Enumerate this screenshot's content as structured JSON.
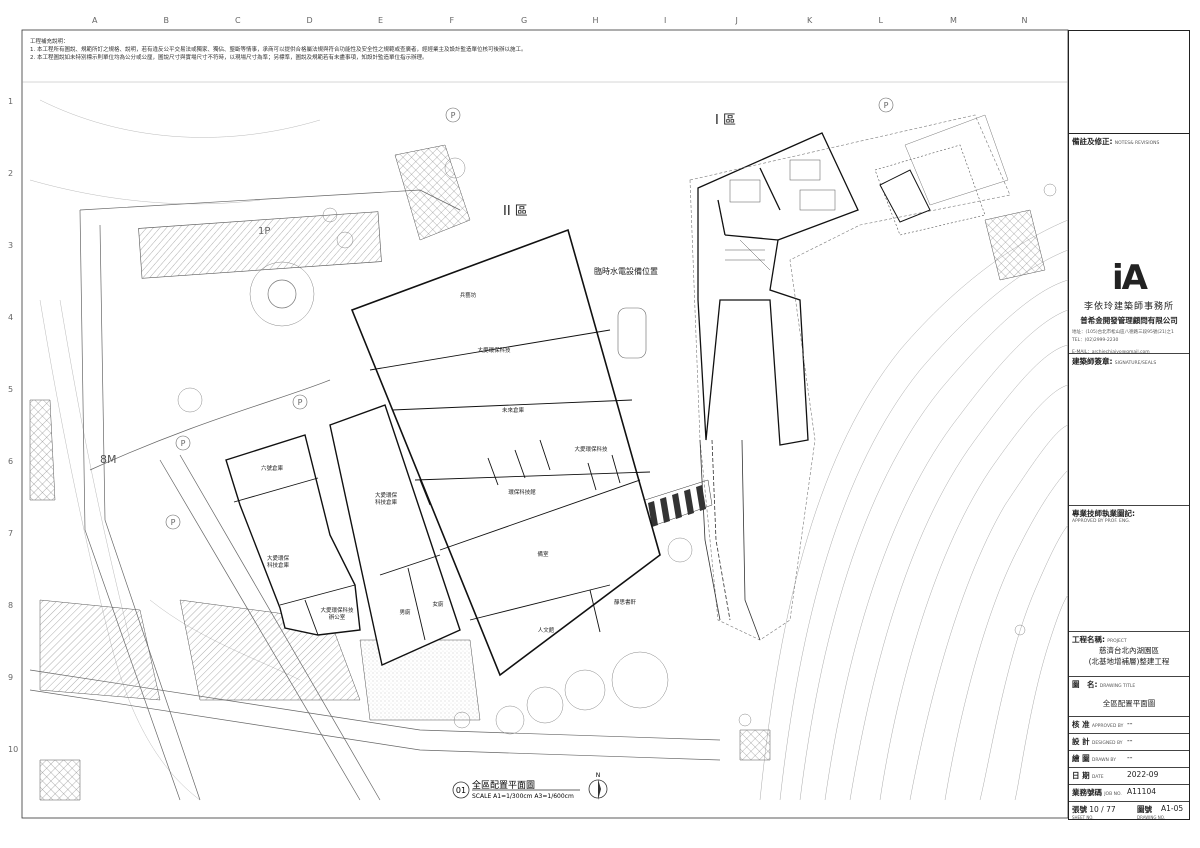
{
  "notes": {
    "heading": "工程補充說明：",
    "line1": "1. 本工程所有圖說、規範所訂之規格、說明，若有違反公平交易法或獨家、獨佔、壟斷等情事，承商可以提供合格屬法規與符合功能性及安全性之規範或查廣者，經經業主及設計監造單位核可後辦以施工。",
    "line2": "2. 本工程圖說如未特別標示則單位均為公分或公厘，圖說尺寸與實場尺寸不符時，以現場尺寸為準；另標準，圖說及規範若有未盡事項，知設計監造單位指示辦理。"
  },
  "grid": {
    "columns": [
      "A",
      "B",
      "C",
      "D",
      "E",
      "F",
      "G",
      "H",
      "I",
      "J",
      "K",
      "L",
      "M",
      "N"
    ],
    "rows": [
      "1",
      "2",
      "3",
      "4",
      "5",
      "6",
      "7",
      "8",
      "9",
      "10"
    ]
  },
  "zones": {
    "zone1": "I 區",
    "zone2": "II 區"
  },
  "rooms": {
    "temp_utility": "臨時水電設備位置",
    "r_top": "兵藝坊",
    "r_innovation1": "大愛環保科技",
    "r_storage": "未來倉庫",
    "r_innovation2": "大愛環保科技",
    "r_center": "環保科技館",
    "r_hall": "備室",
    "r_humanities": "人文館",
    "r_books": "靜思書軒",
    "r_left_top": "六號倉庫",
    "r_left_mid": "大愛環保\n科技倉庫",
    "r_left_bot": "大愛環保科技\n辦公室",
    "r_tall": "大愛環保\n科技倉庫",
    "r_toilet_m": "男廁",
    "r_toilet_f": "女廁",
    "road": "8M",
    "parking": "P",
    "parking_lot": "1P"
  },
  "drawing_title": {
    "number": "01",
    "name": "全區配置平面圖",
    "scale": "SCALE A1=1/300cm A3=1/600cm",
    "north": "N"
  },
  "titleblock": {
    "revisions_label": "備註及修正:",
    "revisions_en": "NOTES& REVISIONS",
    "logo": "iA",
    "firm_name": "李依玲建築師事務所",
    "firm_name2": "普希金開發管理顧問有限公司",
    "address": "地址：(105)台北市松山區八德路三段95號(21)之1",
    "tel": "TEL：(02)2999-2230",
    "email": "E-MAIL：archiechiaiyo@gmail.com",
    "signature_label": "建築師簽章:",
    "signature_en": "SIGNATURE/SEALS",
    "tech_label": "專業技師執業圖記:",
    "tech_en": "APPROVED BY PROF. ENG.",
    "project_label": "工程名稱:",
    "project_en": "PROJECT",
    "project_name1": "慈濟台北內湖園區",
    "project_name2": "(北基地增補層)整建工程",
    "drawing_label": "圖　名:",
    "drawing_en": "DRAWING TITLE",
    "drawing_name": "全區配置平面圖",
    "approved_label": "核 准",
    "approved_en": "APPROVED BY",
    "approved_val": "--",
    "designed_label": "設 計",
    "designed_en": "DESIGNED BY",
    "designed_val": "--",
    "drawn_label": "繪 圖",
    "drawn_en": "DRAWN BY",
    "drawn_val": "--",
    "date_label": "日 期",
    "date_en": "DATE",
    "date_val": "2022-09",
    "job_label": "業務號碼",
    "job_en": "JOB NO.",
    "job_val": "A11104",
    "sheet_label": "張號",
    "sheet_en": "SHEET NO.",
    "sheet_val": "10 / 77",
    "dwg_label": "圖號",
    "dwg_en": "DRAWING NO.",
    "dwg_val": "A1-05"
  }
}
